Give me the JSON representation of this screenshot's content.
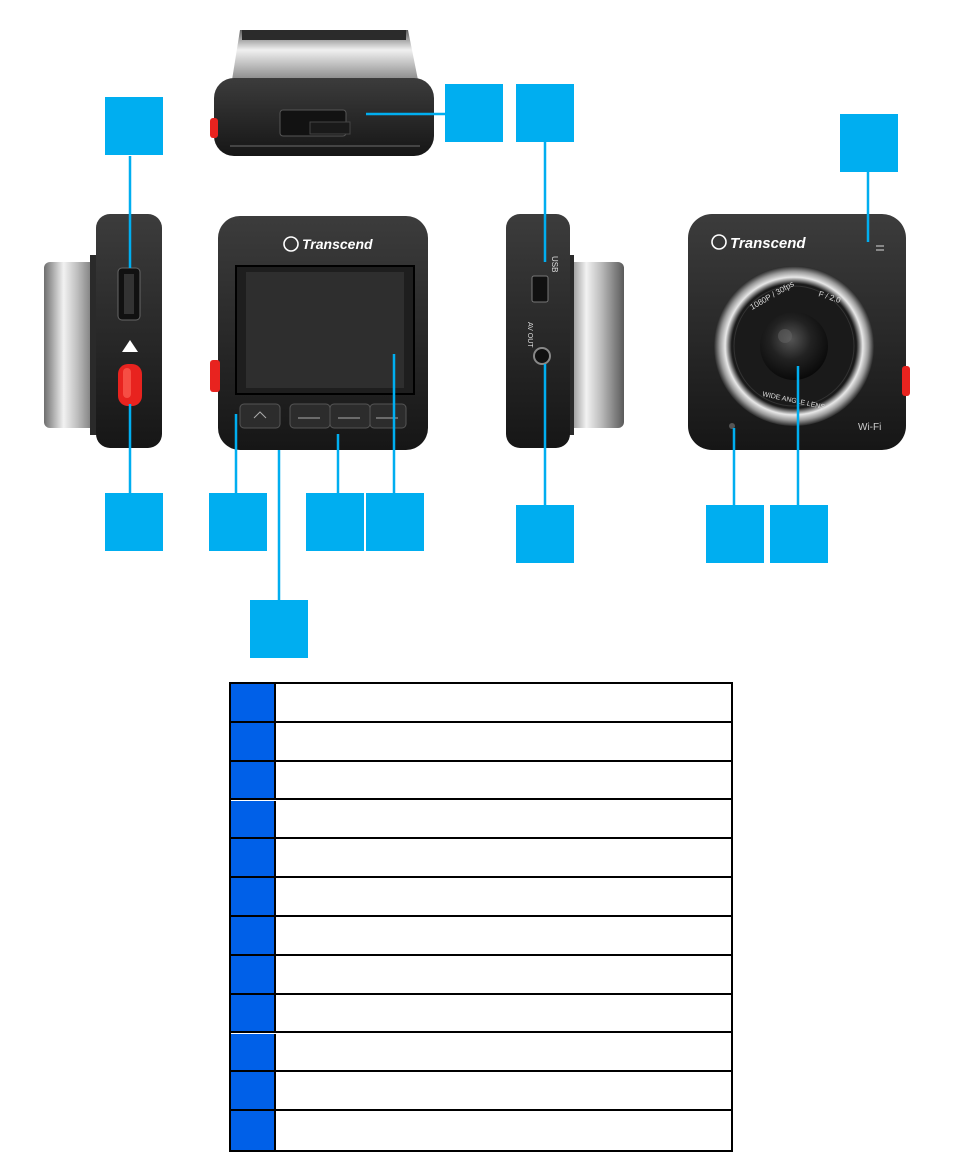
{
  "devices": {
    "brand": "Transcend",
    "lens_spec": "1080P / 30fps",
    "aperture": "F / 2.0",
    "lens_label": "WIDE ANGLE LENS",
    "wifi_label": "Wi-Fi",
    "port_usb_label": "USB",
    "port_av_label": "AV OUT"
  },
  "callouts": [
    {
      "id": "callout-1",
      "label": ""
    },
    {
      "id": "callout-2",
      "label": ""
    },
    {
      "id": "callout-3",
      "label": ""
    },
    {
      "id": "callout-4",
      "label": ""
    },
    {
      "id": "callout-5",
      "label": ""
    },
    {
      "id": "callout-6",
      "label": ""
    },
    {
      "id": "callout-7",
      "label": ""
    },
    {
      "id": "callout-8",
      "label": ""
    },
    {
      "id": "callout-9",
      "label": ""
    },
    {
      "id": "callout-10",
      "label": ""
    },
    {
      "id": "callout-11",
      "label": ""
    },
    {
      "id": "callout-12",
      "label": ""
    }
  ],
  "legend": {
    "rows": [
      {
        "num": "",
        "text": ""
      },
      {
        "num": "",
        "text": ""
      },
      {
        "num": "",
        "text": ""
      },
      {
        "num": "",
        "text": ""
      },
      {
        "num": "",
        "text": ""
      },
      {
        "num": "",
        "text": ""
      },
      {
        "num": "",
        "text": ""
      },
      {
        "num": "",
        "text": ""
      },
      {
        "num": "",
        "text": ""
      },
      {
        "num": "",
        "text": ""
      },
      {
        "num": "",
        "text": ""
      },
      {
        "num": "",
        "text": ""
      }
    ]
  },
  "colors": {
    "callout": "#00aef0",
    "legend_num": "#0060e8",
    "body": "#2a2a2a",
    "record_button": "#e8231f"
  }
}
